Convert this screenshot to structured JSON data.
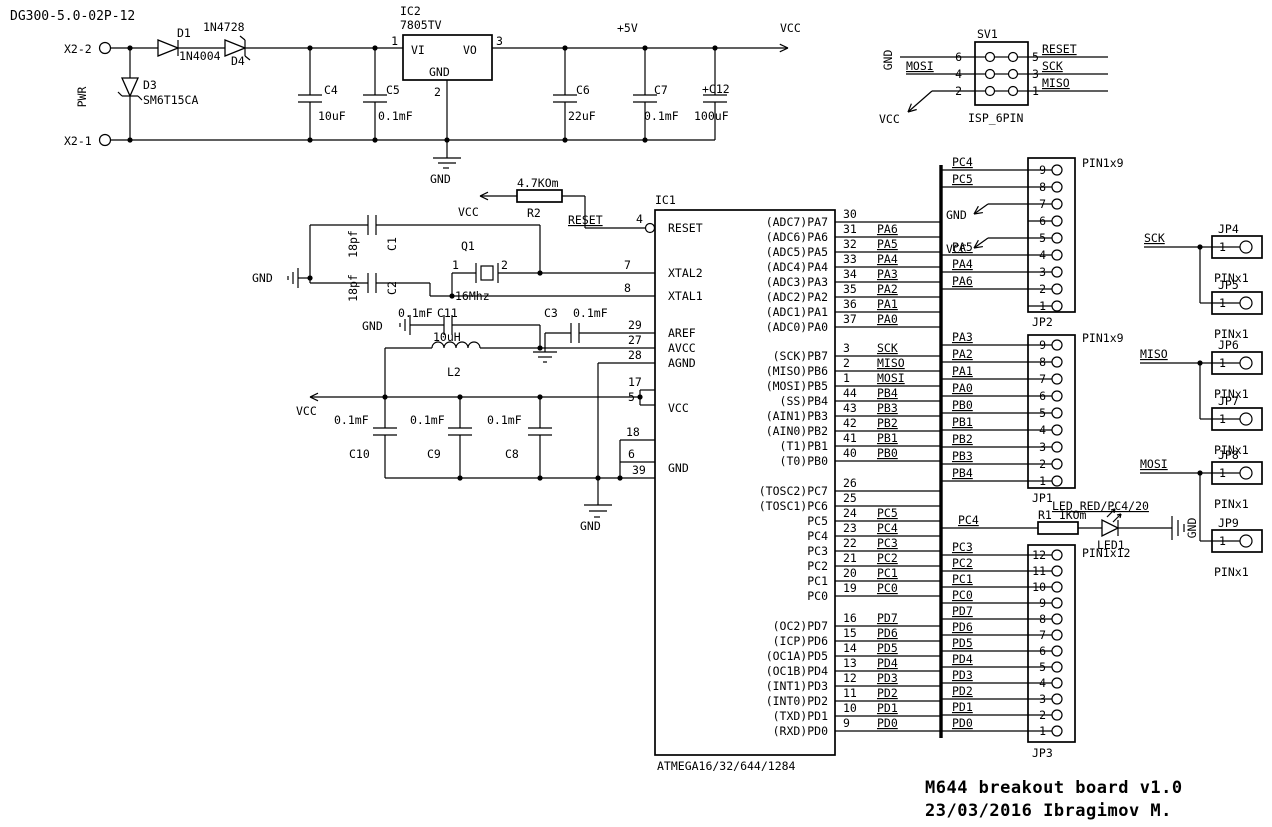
{
  "sheet": {
    "doc_code": "DG300-5.0-02P-12",
    "footer_line1": "M644 breakout board v1.0",
    "footer_line2": "23/03/2016 Ibragimov M."
  },
  "power": {
    "connector_top": "X2-2",
    "connector_bottom": "X2-1",
    "pwr_label": "PWR",
    "d1_ref": "D1",
    "d1_value": "1N4004",
    "d4_ref": "D4",
    "d4_value": "1N4728",
    "d3_ref": "D3",
    "d3_value": "SM6T15CA",
    "c4_ref": "C4",
    "c4_value": "10uF",
    "c5_ref": "C5",
    "c5_value": "0.1mF",
    "c6_ref": "C6",
    "c6_value": "22uF",
    "c7_ref": "C7",
    "c7_value": "0.1mF",
    "c12_ref": "+C12",
    "c12_value": "100uF",
    "plus5v": "+5V",
    "vcc": "VCC",
    "gnd": "GND"
  },
  "regulator": {
    "ref": "IC2",
    "part": "7805TV",
    "pin_in_label": "VI",
    "pin_out_label": "VO",
    "pin_gnd_label": "GND",
    "pin_in_num": "1",
    "pin_out_num": "3",
    "pin_gnd_num": "2"
  },
  "isp": {
    "ref": "SV1",
    "name": "ISP_6PIN",
    "pin_nums_left": [
      "6",
      "4",
      "2"
    ],
    "pin_nums_right": [
      "5",
      "3",
      "1"
    ],
    "left_nets": {
      "gnd": "GND",
      "mosi": "MOSI",
      "vcc": "VCC"
    },
    "right_nets": {
      "reset": "RESET",
      "sck": "SCK",
      "miso": "MISO"
    }
  },
  "reset_circuit": {
    "r2_ref": "R2",
    "r2_value": "4.7KOm",
    "vcc": "VCC",
    "net": "RESET",
    "pin_num": "4"
  },
  "crystal": {
    "ref": "Q1",
    "value": "16Mhz",
    "pin1": "1",
    "pin2": "2",
    "c1_ref": "C1",
    "c1_value": "18pf",
    "c2_ref": "C2",
    "c2_value": "18pf",
    "gnd": "GND"
  },
  "analog": {
    "c11_ref": "C11",
    "c11_value": "0.1mF",
    "c3_ref": "C3",
    "c3_value": "0.1mF",
    "l2_ref": "L2",
    "l2_value": "10uH",
    "gnd": "GND"
  },
  "decoupling": {
    "vcc": "VCC",
    "gnd": "GND",
    "c10_ref": "C10",
    "c10_value": "0.1mF",
    "c9_ref": "C9",
    "c9_value": "0.1mF",
    "c8_ref": "C8",
    "c8_value": "0.1mF"
  },
  "mcu": {
    "ref": "IC1",
    "part": "ATMEGA16/32/644/1284",
    "left": {
      "reset": {
        "name": "RESET",
        "num": "4"
      },
      "xtal2": {
        "name": "XTAL2",
        "num": "7"
      },
      "xtal1": {
        "name": "XTAL1",
        "num": "8"
      },
      "aref": {
        "name": "AREF",
        "num": "29"
      },
      "avcc": {
        "name": "AVCC",
        "num": "27"
      },
      "agnd": {
        "name": "AGND",
        "num": "28"
      },
      "vcc": {
        "name": "VCC",
        "nums": [
          "17",
          "5"
        ]
      },
      "gnd": {
        "name": "GND",
        "nums": [
          "18",
          "6",
          "39"
        ]
      }
    },
    "right_pins": [
      {
        "name": "(ADC7)PA7",
        "num": "30",
        "net": ""
      },
      {
        "name": "(ADC6)PA6",
        "num": "31",
        "net": "PA6"
      },
      {
        "name": "(ADC5)PA5",
        "num": "32",
        "net": "PA5"
      },
      {
        "name": "(ADC4)PA4",
        "num": "33",
        "net": "PA4"
      },
      {
        "name": "(ADC3)PA3",
        "num": "34",
        "net": "PA3"
      },
      {
        "name": "(ADC2)PA2",
        "num": "35",
        "net": "PA2"
      },
      {
        "name": "(ADC1)PA1",
        "num": "36",
        "net": "PA1"
      },
      {
        "name": "(ADC0)PA0",
        "num": "37",
        "net": "PA0"
      },
      {
        "name": "(SCK)PB7",
        "num": "3",
        "net": "SCK"
      },
      {
        "name": "(MISO)PB6",
        "num": "2",
        "net": "MISO"
      },
      {
        "name": "(MOSI)PB5",
        "num": "1",
        "net": "MOSI"
      },
      {
        "name": "(SS)PB4",
        "num": "44",
        "net": "PB4"
      },
      {
        "name": "(AIN1)PB3",
        "num": "43",
        "net": "PB3"
      },
      {
        "name": "(AIN0)PB2",
        "num": "42",
        "net": "PB2"
      },
      {
        "name": "(T1)PB1",
        "num": "41",
        "net": "PB1"
      },
      {
        "name": "(T0)PB0",
        "num": "40",
        "net": "PB0"
      },
      {
        "name": "(TOSC2)PC7",
        "num": "26",
        "net": ""
      },
      {
        "name": "(TOSC1)PC6",
        "num": "25",
        "net": ""
      },
      {
        "name": "PC5",
        "num": "24",
        "net": "PC5"
      },
      {
        "name": "PC4",
        "num": "23",
        "net": "PC4"
      },
      {
        "name": "PC3",
        "num": "22",
        "net": "PC3"
      },
      {
        "name": "PC2",
        "num": "21",
        "net": "PC2"
      },
      {
        "name": "PC1",
        "num": "20",
        "net": "PC1"
      },
      {
        "name": "PC0",
        "num": "19",
        "net": "PC0"
      },
      {
        "name": "(OC2)PD7",
        "num": "16",
        "net": "PD7"
      },
      {
        "name": "(ICP)PD6",
        "num": "15",
        "net": "PD6"
      },
      {
        "name": "(OC1A)PD5",
        "num": "14",
        "net": "PD5"
      },
      {
        "name": "(OC1B)PD4",
        "num": "13",
        "net": "PD4"
      },
      {
        "name": "(INT1)PD3",
        "num": "12",
        "net": "PD3"
      },
      {
        "name": "(INT0)PD2",
        "num": "11",
        "net": "PD2"
      },
      {
        "name": "(TXD)PD1",
        "num": "10",
        "net": "PD1"
      },
      {
        "name": "(RXD)PD0",
        "num": "9",
        "net": "PD0"
      }
    ]
  },
  "headers": {
    "jp2": {
      "ref": "JP2",
      "type": "PIN1x9",
      "pins": [
        {
          "num": "9",
          "net": "PC4"
        },
        {
          "num": "8",
          "net": "PC5"
        },
        {
          "num": "7",
          "net": "GND"
        },
        {
          "num": "6",
          "net": ""
        },
        {
          "num": "5",
          "net": "VCC"
        },
        {
          "num": "4",
          "net": "PA5"
        },
        {
          "num": "3",
          "net": "PA4"
        },
        {
          "num": "2",
          "net": "PA6"
        },
        {
          "num": "1",
          "net": ""
        }
      ]
    },
    "jp1": {
      "ref": "JP1",
      "type": "PIN1x9",
      "pins": [
        {
          "num": "9",
          "net": "PA3"
        },
        {
          "num": "8",
          "net": "PA2"
        },
        {
          "num": "7",
          "net": "PA1"
        },
        {
          "num": "6",
          "net": "PA0"
        },
        {
          "num": "5",
          "net": "PB0"
        },
        {
          "num": "4",
          "net": "PB1"
        },
        {
          "num": "3",
          "net": "PB2"
        },
        {
          "num": "2",
          "net": "PB3"
        },
        {
          "num": "1",
          "net": "PB4"
        }
      ]
    },
    "jp3": {
      "ref": "JP3",
      "type": "PIN1x12",
      "pins": [
        {
          "num": "12",
          "net": "PC3"
        },
        {
          "num": "11",
          "net": "PC2"
        },
        {
          "num": "10",
          "net": "PC1"
        },
        {
          "num": "9",
          "net": "PC0"
        },
        {
          "num": "8",
          "net": "PD7"
        },
        {
          "num": "7",
          "net": "PD6"
        },
        {
          "num": "6",
          "net": "PD5"
        },
        {
          "num": "5",
          "net": "PD4"
        },
        {
          "num": "4",
          "net": "PD3"
        },
        {
          "num": "3",
          "net": "PD2"
        },
        {
          "num": "2",
          "net": "PD1"
        },
        {
          "num": "1",
          "net": "PD0"
        }
      ]
    }
  },
  "led_circuit": {
    "note": "LED_RED/PC4/20",
    "r1_label": "R1 1KOm",
    "led_ref": "LED1",
    "net": "PC4",
    "gnd": "GND"
  },
  "spi_jumpers": {
    "sck": "SCK",
    "miso": "MISO",
    "mosi": "MOSI",
    "jumpers": [
      {
        "ref": "JP4",
        "type": "PINx1",
        "pin": "1"
      },
      {
        "ref": "JP5",
        "type": "PINx1",
        "pin": "1"
      },
      {
        "ref": "JP6",
        "type": "PINx1",
        "pin": "1"
      },
      {
        "ref": "JP7",
        "type": "PINx1",
        "pin": "1"
      },
      {
        "ref": "JP8",
        "type": "PINx1",
        "pin": "1"
      },
      {
        "ref": "JP9",
        "type": "PINx1",
        "pin": "1"
      }
    ]
  }
}
